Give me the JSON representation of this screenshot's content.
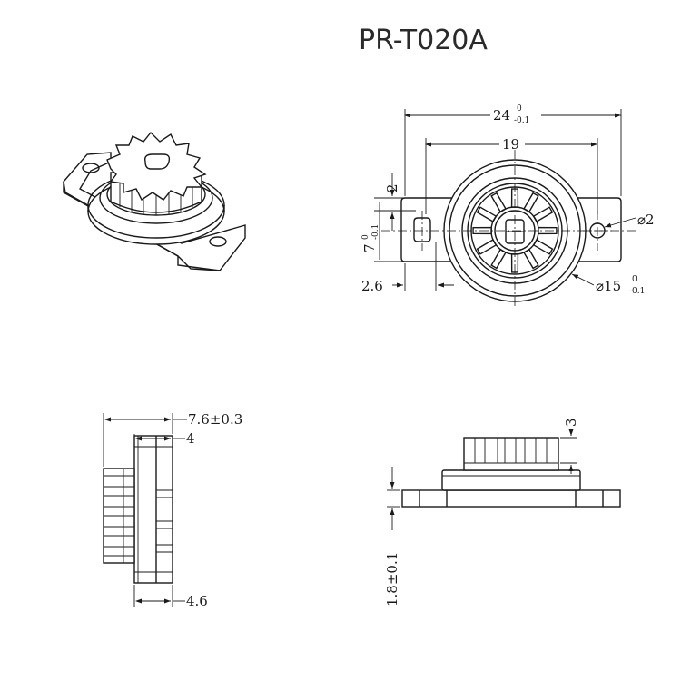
{
  "title": "PR-T020A",
  "dimensions": {
    "width_total": {
      "value": "24",
      "tol_upper": "0",
      "tol_lower": "-0.1"
    },
    "hole_spacing": {
      "value": "19"
    },
    "flange_offset": {
      "value": "2"
    },
    "flange_height": {
      "value": "7",
      "tol_upper": "0",
      "tol_lower": "-0.1"
    },
    "hole_diameter": {
      "value": "⌀2"
    },
    "slot_offset": {
      "value": "2.6"
    },
    "body_diameter": {
      "value": "⌀15",
      "tol_upper": "0",
      "tol_lower": "-0.1"
    },
    "total_height": {
      "value": "7.6±0.3"
    },
    "body_height": {
      "value": "4"
    },
    "gear_side": {
      "value": "4.6"
    },
    "gear_height": {
      "value": "3"
    },
    "flange_thickness": {
      "value": "1.8±0.1"
    }
  }
}
